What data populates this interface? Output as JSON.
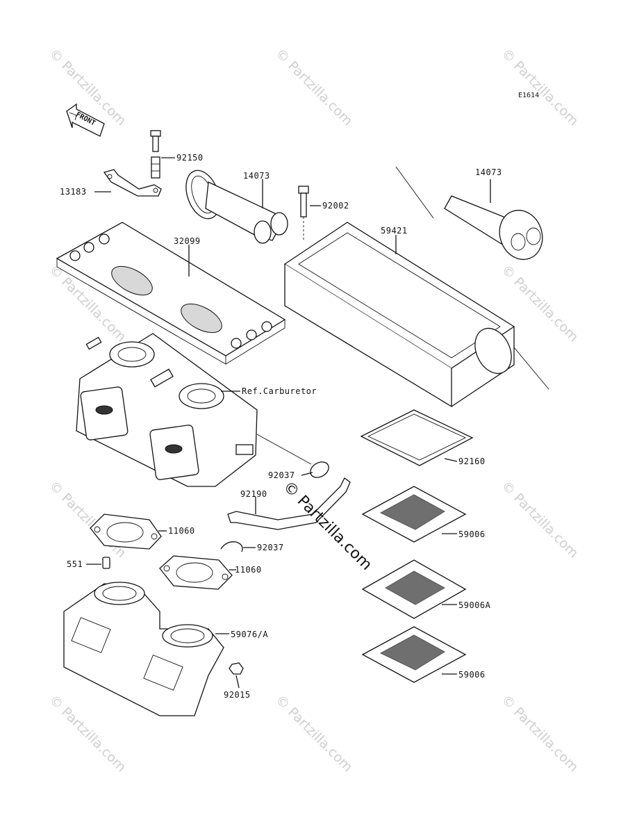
{
  "diagram_code": "E1614",
  "front_arrow_label": "FRONT",
  "watermark_text": "© Partzilla.com",
  "center_watermark_text": "© Partzilla.com",
  "labels": {
    "p92150": "92150",
    "p13183": "13183",
    "p14073_left": "14073",
    "p14073_right": "14073",
    "p92002": "92002",
    "p59421": "59421",
    "p32099": "32099",
    "ref_carburetor": "Ref.Carburetor",
    "p92160": "92160",
    "p92037_top": "92037",
    "p92190": "92190",
    "p11060_top": "11060",
    "p92037_bottom": "92037",
    "p59006_top": "59006",
    "p551": "551",
    "p11060_bottom": "11060",
    "p59006A": "59006A",
    "p59076A": "59076/A",
    "p59006_bottom": "59006",
    "p92015": "92015"
  }
}
